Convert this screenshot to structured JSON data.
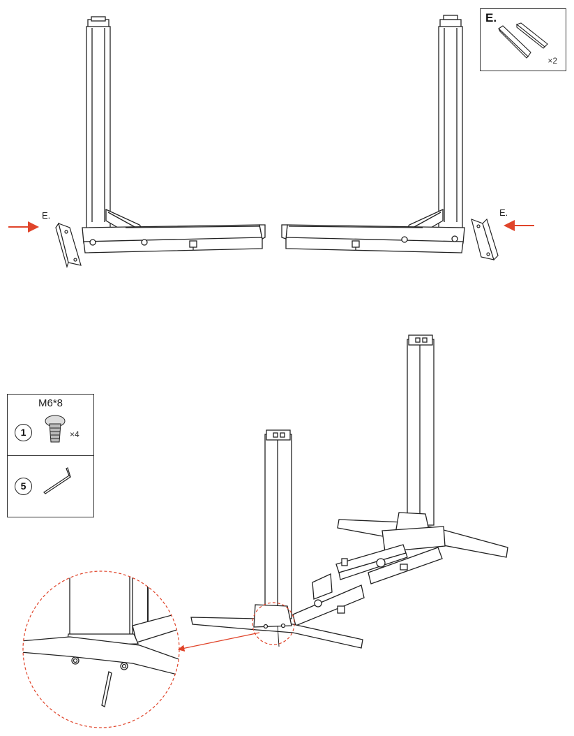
{
  "part_e": {
    "title": "E.",
    "quantity": "×2"
  },
  "arrow_labels": {
    "left": "E.",
    "right": "E."
  },
  "hardware_legend": {
    "screw_spec": "M6*8",
    "screw_number": "1",
    "screw_quantity": "×4",
    "wrench_number": "5"
  },
  "colors": {
    "accent_arrow": "#e0442a",
    "line": "#222222"
  }
}
